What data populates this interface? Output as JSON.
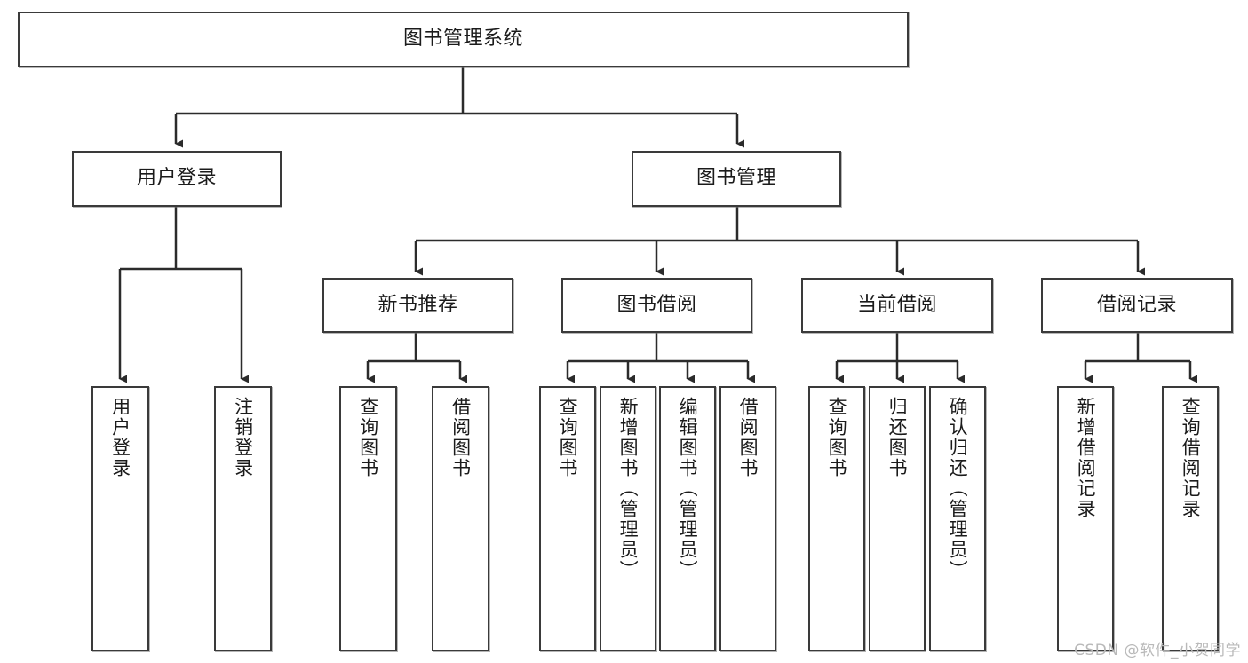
{
  "diagram": {
    "title": "图书管理系统",
    "type": "tree-hierarchy-diagram",
    "style": {
      "box_border": "#3a3a3a",
      "box_fill": "#ffffff",
      "edge_color": "#2b2b2b",
      "text_color": "#1b1b1b",
      "watermark_color": "#b9b9b9",
      "canvas": "#ffffff"
    },
    "watermark": "CSDN @软件_小贺同学",
    "nodes": {
      "root": {
        "label": "图书管理系统"
      },
      "level2": [
        {
          "id": "user-login",
          "label": "用户登录"
        },
        {
          "id": "book-manage",
          "label": "图书管理"
        }
      ],
      "level3": [
        {
          "id": "new-book-rec",
          "label": "新书推荐"
        },
        {
          "id": "book-borrow",
          "label": "图书借阅"
        },
        {
          "id": "current-borrow",
          "label": "当前借阅"
        },
        {
          "id": "borrow-record",
          "label": "借阅记录"
        }
      ],
      "leaves": {
        "user-login": [
          {
            "id": "leaf-user-login",
            "label": "用户登录"
          },
          {
            "id": "leaf-logout",
            "label": "注销登录"
          }
        ],
        "new-book-rec": [
          {
            "id": "leaf-query-book-1",
            "label": "查询图书"
          },
          {
            "id": "leaf-borrow-book-1",
            "label": "借阅图书"
          }
        ],
        "book-borrow": [
          {
            "id": "leaf-query-book-2",
            "label": "查询图书"
          },
          {
            "id": "leaf-add-book",
            "label": "新增图书（管理员）"
          },
          {
            "id": "leaf-edit-book",
            "label": "编辑图书（管理员）"
          },
          {
            "id": "leaf-borrow-book-2",
            "label": "借阅图书"
          }
        ],
        "current-borrow": [
          {
            "id": "leaf-query-book-3",
            "label": "查询图书"
          },
          {
            "id": "leaf-return-book",
            "label": "归还图书"
          },
          {
            "id": "leaf-confirm-return",
            "label": "确认归还（管理员）"
          }
        ],
        "borrow-record": [
          {
            "id": "leaf-add-record",
            "label": "新增借阅记录"
          },
          {
            "id": "leaf-query-record",
            "label": "查询借阅记录"
          }
        ]
      }
    }
  }
}
